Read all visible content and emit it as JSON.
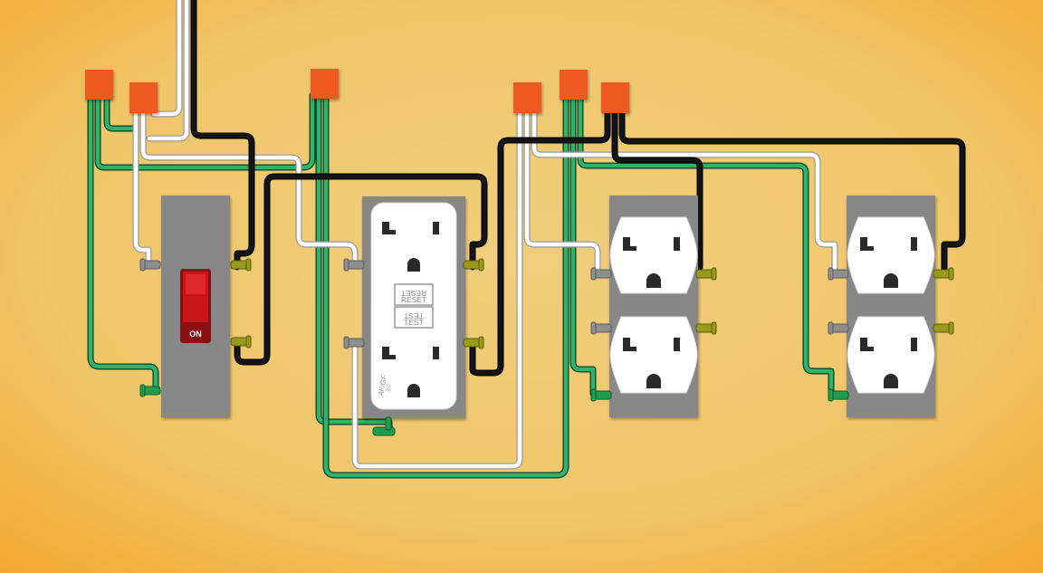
{
  "background": {
    "center_color": "#F1CE7C",
    "edge_color": "#F3A82E"
  },
  "colors": {
    "wire_ground": "#2EB36B",
    "wire_neutral": "#FFFFFF",
    "wire_hot": "#141414",
    "wire_nut": "#EE5A24",
    "device_plate": "#878787",
    "receptacle_face": "#FFFFFF",
    "switch_rocker": "#C8141A",
    "screw_brass": "#9A9A1A",
    "screw_silver": "#8E8E8E",
    "screw_ground": "#1E9E4C"
  },
  "devices": {
    "switch": {
      "type": "switch",
      "rocker_label": "ON"
    },
    "gfci": {
      "type": "gfci-receptacle",
      "reset_label": "RESET",
      "test_label": "TEST",
      "side_label": "AF/GF",
      "rating_label": "2.0"
    },
    "outlet_1": {
      "type": "duplex-receptacle"
    },
    "outlet_2": {
      "type": "duplex-receptacle"
    }
  },
  "icons": [
    "wire-nut-icon",
    "switch-icon",
    "receptacle-icon",
    "screw-icon"
  ]
}
